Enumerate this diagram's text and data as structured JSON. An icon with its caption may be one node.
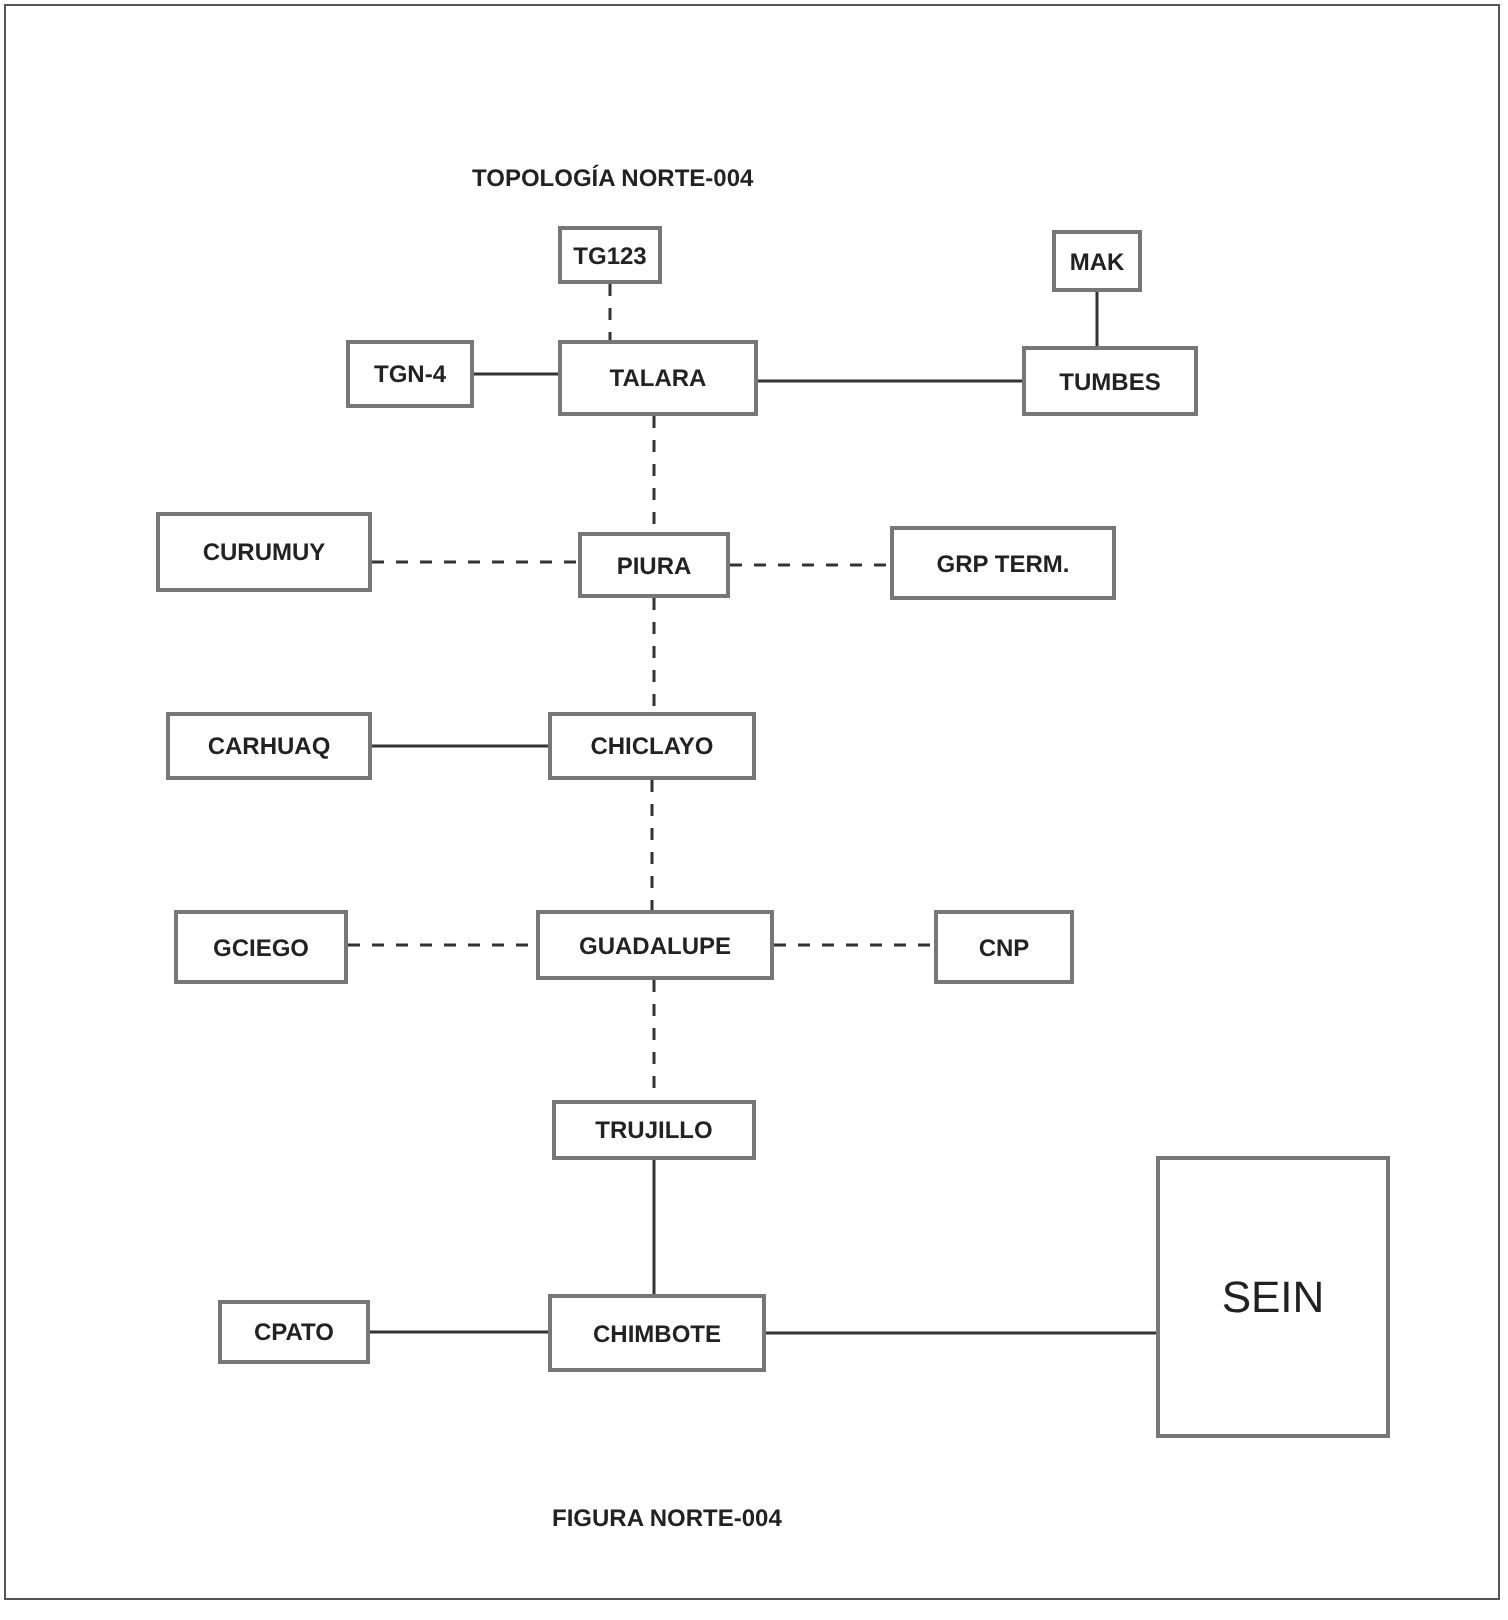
{
  "diagram": {
    "title": "TOPOLOGÍA NORTE-004",
    "caption": "FIGURA NORTE-004",
    "nodes": [
      {
        "text": [
          "TG123"
        ]
      },
      {
        "text": [
          "MAK"
        ]
      },
      {
        "text": [
          "TGN-4"
        ]
      },
      {
        "text": [
          "TALARA"
        ]
      },
      {
        "text": [
          "TUMBES"
        ]
      },
      {
        "text": [
          "CURUMUY"
        ]
      },
      {
        "text": [
          "PIURA"
        ]
      },
      {
        "text": [
          "GRP TERM."
        ]
      },
      {
        "text": [
          "CARHUAQ"
        ]
      },
      {
        "text": [
          "CHICLAYO"
        ]
      },
      {
        "text": [
          "GCIEGO"
        ]
      },
      {
        "text": [
          "GUADALUPE"
        ]
      },
      {
        "text": [
          "CNP"
        ]
      },
      {
        "text": [
          "TRUJILLO"
        ]
      },
      {
        "text": [
          "CPATO"
        ]
      },
      {
        "text": [
          "CHIMBOTE"
        ]
      },
      {
        "text": [
          "SEIN"
        ]
      }
    ],
    "edges": [
      {
        "from": 0,
        "to": 3,
        "arrow": "none",
        "style": "dashed"
      },
      {
        "from": 1,
        "to": 4,
        "arrow": "none"
      },
      {
        "from": 2,
        "to": 3,
        "arrow": "none"
      },
      {
        "from": 3,
        "to": 4,
        "arrow": "none"
      },
      {
        "from": 3,
        "to": 6,
        "arrow": "none",
        "style": "dashed"
      },
      {
        "from": 5,
        "to": 6,
        "arrow": "none",
        "style": "dashed"
      },
      {
        "from": 6,
        "to": 7,
        "arrow": "none",
        "style": "dashed"
      },
      {
        "from": 6,
        "to": 9,
        "arrow": "none",
        "style": "dashed"
      },
      {
        "from": 8,
        "to": 9,
        "arrow": "none"
      },
      {
        "from": 9,
        "to": 11,
        "arrow": "none",
        "style": "dashed"
      },
      {
        "from": 10,
        "to": 11,
        "arrow": "none",
        "style": "dashed"
      },
      {
        "from": 11,
        "to": 12,
        "arrow": "none",
        "style": "dashed"
      },
      {
        "from": 11,
        "to": 13,
        "arrow": "none",
        "style": "dashed"
      },
      {
        "from": 13,
        "to": 15,
        "arrow": "none"
      },
      {
        "from": 14,
        "to": 15,
        "arrow": "none"
      },
      {
        "from": 15,
        "to": 16,
        "arrow": "none"
      }
    ]
  }
}
